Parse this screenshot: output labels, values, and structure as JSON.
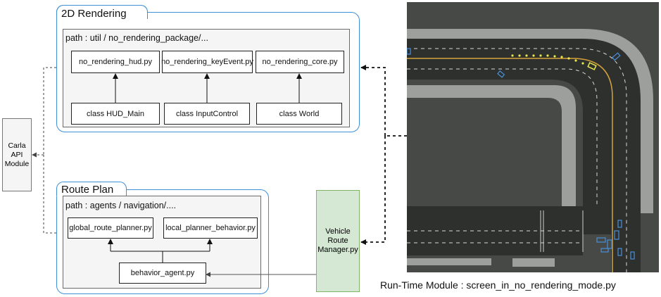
{
  "rendering": {
    "title": "2D Rendering",
    "path": "path : util / no_rendering_package/...",
    "files": [
      "no_rendering_hud.py",
      "no_rendering_keyEvent.py",
      "no_rendering_core.py"
    ],
    "classes": [
      "class HUD_Main",
      "class InputControl",
      "class World"
    ]
  },
  "carla": {
    "lines": [
      "Carla",
      "API",
      "Module"
    ]
  },
  "route": {
    "title": "Route Plan",
    "path": "path : agents / navigation/....",
    "files": [
      "global_route_planner.py",
      "local_planner_behavior.py"
    ],
    "agent": "behavior_agent.py"
  },
  "vehicle_route": {
    "lines": [
      "Vehicle",
      "Route",
      "Manager.py"
    ]
  },
  "runtime": {
    "caption": "Run-Time Module : screen_in_no_rendering_mode.py"
  }
}
